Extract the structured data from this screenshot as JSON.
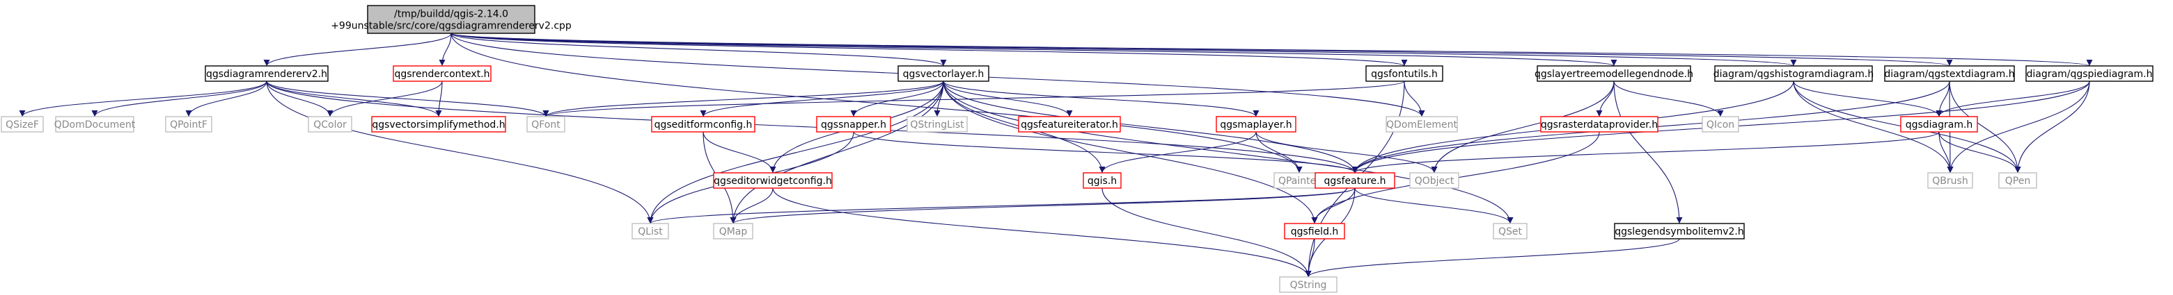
{
  "colors": {
    "edge": "#191970",
    "border_default": "#bfbfbf",
    "border_documented": "#000000",
    "border_truncated": "#ff0000",
    "fill_root": "#bfbfbf",
    "fill_default": "#ffffff",
    "text_default": "#000000",
    "text_external": "#888888"
  },
  "nodes": [
    {
      "id": "root",
      "lines": [
        "/tmp/buildd/qgis-2.14.0",
        "+99unstable/src/core/qgsdiagramrendererv2.cpp"
      ],
      "kind": "root"
    },
    {
      "id": "qgsdiagramrendererv2_h",
      "lines": [
        "qgsdiagramrendererv2.h"
      ],
      "kind": "documented"
    },
    {
      "id": "qgsrendercontext_h",
      "lines": [
        "qgsrendercontext.h"
      ],
      "kind": "truncated"
    },
    {
      "id": "qgsvectorlayer_h",
      "lines": [
        "qgsvectorlayer.h"
      ],
      "kind": "documented"
    },
    {
      "id": "qgsfontutils_h",
      "lines": [
        "qgsfontutils.h"
      ],
      "kind": "documented"
    },
    {
      "id": "qgslayertreemodellegendnode_h",
      "lines": [
        "qgslayertreemodellegendnode.h"
      ],
      "kind": "documented"
    },
    {
      "id": "qgshistogramdiagram_h",
      "lines": [
        "diagram/qgshistogramdiagram.h"
      ],
      "kind": "documented"
    },
    {
      "id": "qgstextdiagram_h",
      "lines": [
        "diagram/qgstextdiagram.h"
      ],
      "kind": "documented"
    },
    {
      "id": "qgspiediagram_h",
      "lines": [
        "diagram/qgspiediagram.h"
      ],
      "kind": "documented"
    },
    {
      "id": "QSizeF",
      "lines": [
        "QSizeF"
      ],
      "kind": "external"
    },
    {
      "id": "QDomDocument",
      "lines": [
        "QDomDocument"
      ],
      "kind": "external"
    },
    {
      "id": "QPointF",
      "lines": [
        "QPointF"
      ],
      "kind": "external"
    },
    {
      "id": "QColor",
      "lines": [
        "QColor"
      ],
      "kind": "external"
    },
    {
      "id": "qgsvectorsimplifymethod_h",
      "lines": [
        "qgsvectorsimplifymethod.h"
      ],
      "kind": "truncated"
    },
    {
      "id": "QFont",
      "lines": [
        "QFont"
      ],
      "kind": "external"
    },
    {
      "id": "qgseditformconfig_h",
      "lines": [
        "qgseditformconfig.h"
      ],
      "kind": "truncated"
    },
    {
      "id": "qgssnapper_h",
      "lines": [
        "qgssnapper.h"
      ],
      "kind": "truncated"
    },
    {
      "id": "QStringList",
      "lines": [
        "QStringList"
      ],
      "kind": "external"
    },
    {
      "id": "qgsfeatureiterator_h",
      "lines": [
        "qgsfeatureiterator.h"
      ],
      "kind": "truncated"
    },
    {
      "id": "qgsmaplayer_h",
      "lines": [
        "qgsmaplayer.h"
      ],
      "kind": "truncated"
    },
    {
      "id": "QDomElement",
      "lines": [
        "QDomElement"
      ],
      "kind": "external"
    },
    {
      "id": "qgsrasterdataprovider_h",
      "lines": [
        "qgsrasterdataprovider.h"
      ],
      "kind": "truncated"
    },
    {
      "id": "QIcon",
      "lines": [
        "QIcon"
      ],
      "kind": "external"
    },
    {
      "id": "qgsdiagram_h",
      "lines": [
        "qgsdiagram.h"
      ],
      "kind": "truncated"
    },
    {
      "id": "qgseditorwidgetconfig_h",
      "lines": [
        "qgseditorwidgetconfig.h"
      ],
      "kind": "truncated"
    },
    {
      "id": "qgis_h",
      "lines": [
        "qgis.h"
      ],
      "kind": "truncated"
    },
    {
      "id": "QPainter",
      "lines": [
        "QPainter"
      ],
      "kind": "external"
    },
    {
      "id": "QObject",
      "lines": [
        "QObject"
      ],
      "kind": "external"
    },
    {
      "id": "qgsfeature_h",
      "lines": [
        "qgsfeature.h"
      ],
      "kind": "truncated"
    },
    {
      "id": "QBrush",
      "lines": [
        "QBrush"
      ],
      "kind": "external"
    },
    {
      "id": "QPen",
      "lines": [
        "QPen"
      ],
      "kind": "external"
    },
    {
      "id": "QList",
      "lines": [
        "QList"
      ],
      "kind": "external"
    },
    {
      "id": "QMap",
      "lines": [
        "QMap"
      ],
      "kind": "external"
    },
    {
      "id": "qgsfield_h",
      "lines": [
        "qgsfield.h"
      ],
      "kind": "truncated"
    },
    {
      "id": "QSet",
      "lines": [
        "QSet"
      ],
      "kind": "external"
    },
    {
      "id": "qgslegendsymbolitemv2_h",
      "lines": [
        "qgslegendsymbolitemv2.h"
      ],
      "kind": "documented"
    },
    {
      "id": "QString",
      "lines": [
        "QString"
      ],
      "kind": "external"
    }
  ],
  "edges": [
    [
      "root",
      "qgsdiagramrendererv2_h"
    ],
    [
      "root",
      "qgsrendercontext_h"
    ],
    [
      "root",
      "qgsvectorlayer_h"
    ],
    [
      "root",
      "qgsfontutils_h"
    ],
    [
      "root",
      "qgslayertreemodellegendnode_h"
    ],
    [
      "root",
      "qgshistogramdiagram_h"
    ],
    [
      "root",
      "qgstextdiagram_h"
    ],
    [
      "root",
      "qgspiediagram_h"
    ],
    [
      "root",
      "QDomElement"
    ],
    [
      "root",
      "QPainter"
    ],
    [
      "qgsdiagramrendererv2_h",
      "QSizeF"
    ],
    [
      "qgsdiagramrendererv2_h",
      "QDomDocument"
    ],
    [
      "qgsdiagramrendererv2_h",
      "QPointF"
    ],
    [
      "qgsdiagramrendererv2_h",
      "QColor"
    ],
    [
      "qgsdiagramrendererv2_h",
      "QFont"
    ],
    [
      "qgsdiagramrendererv2_h",
      "qgsfeature_h"
    ],
    [
      "qgsdiagramrendererv2_h",
      "QList"
    ],
    [
      "qgsdiagramrendererv2_h",
      "qgsvectorsimplifymethod_h"
    ],
    [
      "qgsrendercontext_h",
      "QColor"
    ],
    [
      "qgsrendercontext_h",
      "qgsvectorsimplifymethod_h"
    ],
    [
      "qgsvectorlayer_h",
      "QFont"
    ],
    [
      "qgsvectorlayer_h",
      "qgseditformconfig_h"
    ],
    [
      "qgsvectorlayer_h",
      "qgssnapper_h"
    ],
    [
      "qgsvectorlayer_h",
      "QStringList"
    ],
    [
      "qgsvectorlayer_h",
      "qgsfeatureiterator_h"
    ],
    [
      "qgsvectorlayer_h",
      "qgsmaplayer_h"
    ],
    [
      "qgsvectorlayer_h",
      "qgseditorwidgetconfig_h"
    ],
    [
      "qgsvectorlayer_h",
      "qgis_h"
    ],
    [
      "qgsvectorlayer_h",
      "qgsfeature_h"
    ],
    [
      "qgsvectorlayer_h",
      "QList"
    ],
    [
      "qgsvectorlayer_h",
      "QMap"
    ],
    [
      "qgsvectorlayer_h",
      "QSet"
    ],
    [
      "qgsvectorlayer_h",
      "qgsfield_h"
    ],
    [
      "qgsfontutils_h",
      "QFont"
    ],
    [
      "qgsfontutils_h",
      "QDomElement"
    ],
    [
      "qgsfontutils_h",
      "QString"
    ],
    [
      "qgslayertreemodellegendnode_h",
      "qgsrasterdataprovider_h"
    ],
    [
      "qgslayertreemodellegendnode_h",
      "QIcon"
    ],
    [
      "qgslayertreemodellegendnode_h",
      "QObject"
    ],
    [
      "qgslayertreemodellegendnode_h",
      "qgslegendsymbolitemv2_h"
    ],
    [
      "qgshistogramdiagram_h",
      "qgsdiagram_h"
    ],
    [
      "qgshistogramdiagram_h",
      "qgsfeature_h"
    ],
    [
      "qgshistogramdiagram_h",
      "QBrush"
    ],
    [
      "qgshistogramdiagram_h",
      "QPen"
    ],
    [
      "qgstextdiagram_h",
      "qgsdiagram_h"
    ],
    [
      "qgstextdiagram_h",
      "qgsfeature_h"
    ],
    [
      "qgstextdiagram_h",
      "QBrush"
    ],
    [
      "qgstextdiagram_h",
      "QPen"
    ],
    [
      "qgspiediagram_h",
      "qgsdiagram_h"
    ],
    [
      "qgspiediagram_h",
      "qgsfeature_h"
    ],
    [
      "qgspiediagram_h",
      "QBrush"
    ],
    [
      "qgspiediagram_h",
      "QPen"
    ],
    [
      "qgseditformconfig_h",
      "qgseditorwidgetconfig_h"
    ],
    [
      "qgseditformconfig_h",
      "QMap"
    ],
    [
      "qgssnapper_h",
      "qgsfeature_h"
    ],
    [
      "qgssnapper_h",
      "QList"
    ],
    [
      "qgsmaplayer_h",
      "qgis_h"
    ],
    [
      "qgsmaplayer_h",
      "QPainter"
    ],
    [
      "qgsmaplayer_h",
      "QObject"
    ],
    [
      "qgsrasterdataprovider_h",
      "qgsfield_h"
    ],
    [
      "qgsdiagram_h",
      "qgsfeature_h"
    ],
    [
      "qgsdiagram_h",
      "QBrush"
    ],
    [
      "qgsdiagram_h",
      "QPen"
    ],
    [
      "qgseditorwidgetconfig_h",
      "QMap"
    ],
    [
      "qgseditorwidgetconfig_h",
      "QString"
    ],
    [
      "qgis_h",
      "QString"
    ],
    [
      "qgsfeature_h",
      "QList"
    ],
    [
      "qgsfeature_h",
      "QMap"
    ],
    [
      "qgsfeature_h",
      "qgsfield_h"
    ],
    [
      "qgsfeature_h",
      "QSet"
    ],
    [
      "qgsfeature_h",
      "QString"
    ],
    [
      "qgsfield_h",
      "QString"
    ],
    [
      "qgslegendsymbolitemv2_h",
      "QString"
    ]
  ]
}
